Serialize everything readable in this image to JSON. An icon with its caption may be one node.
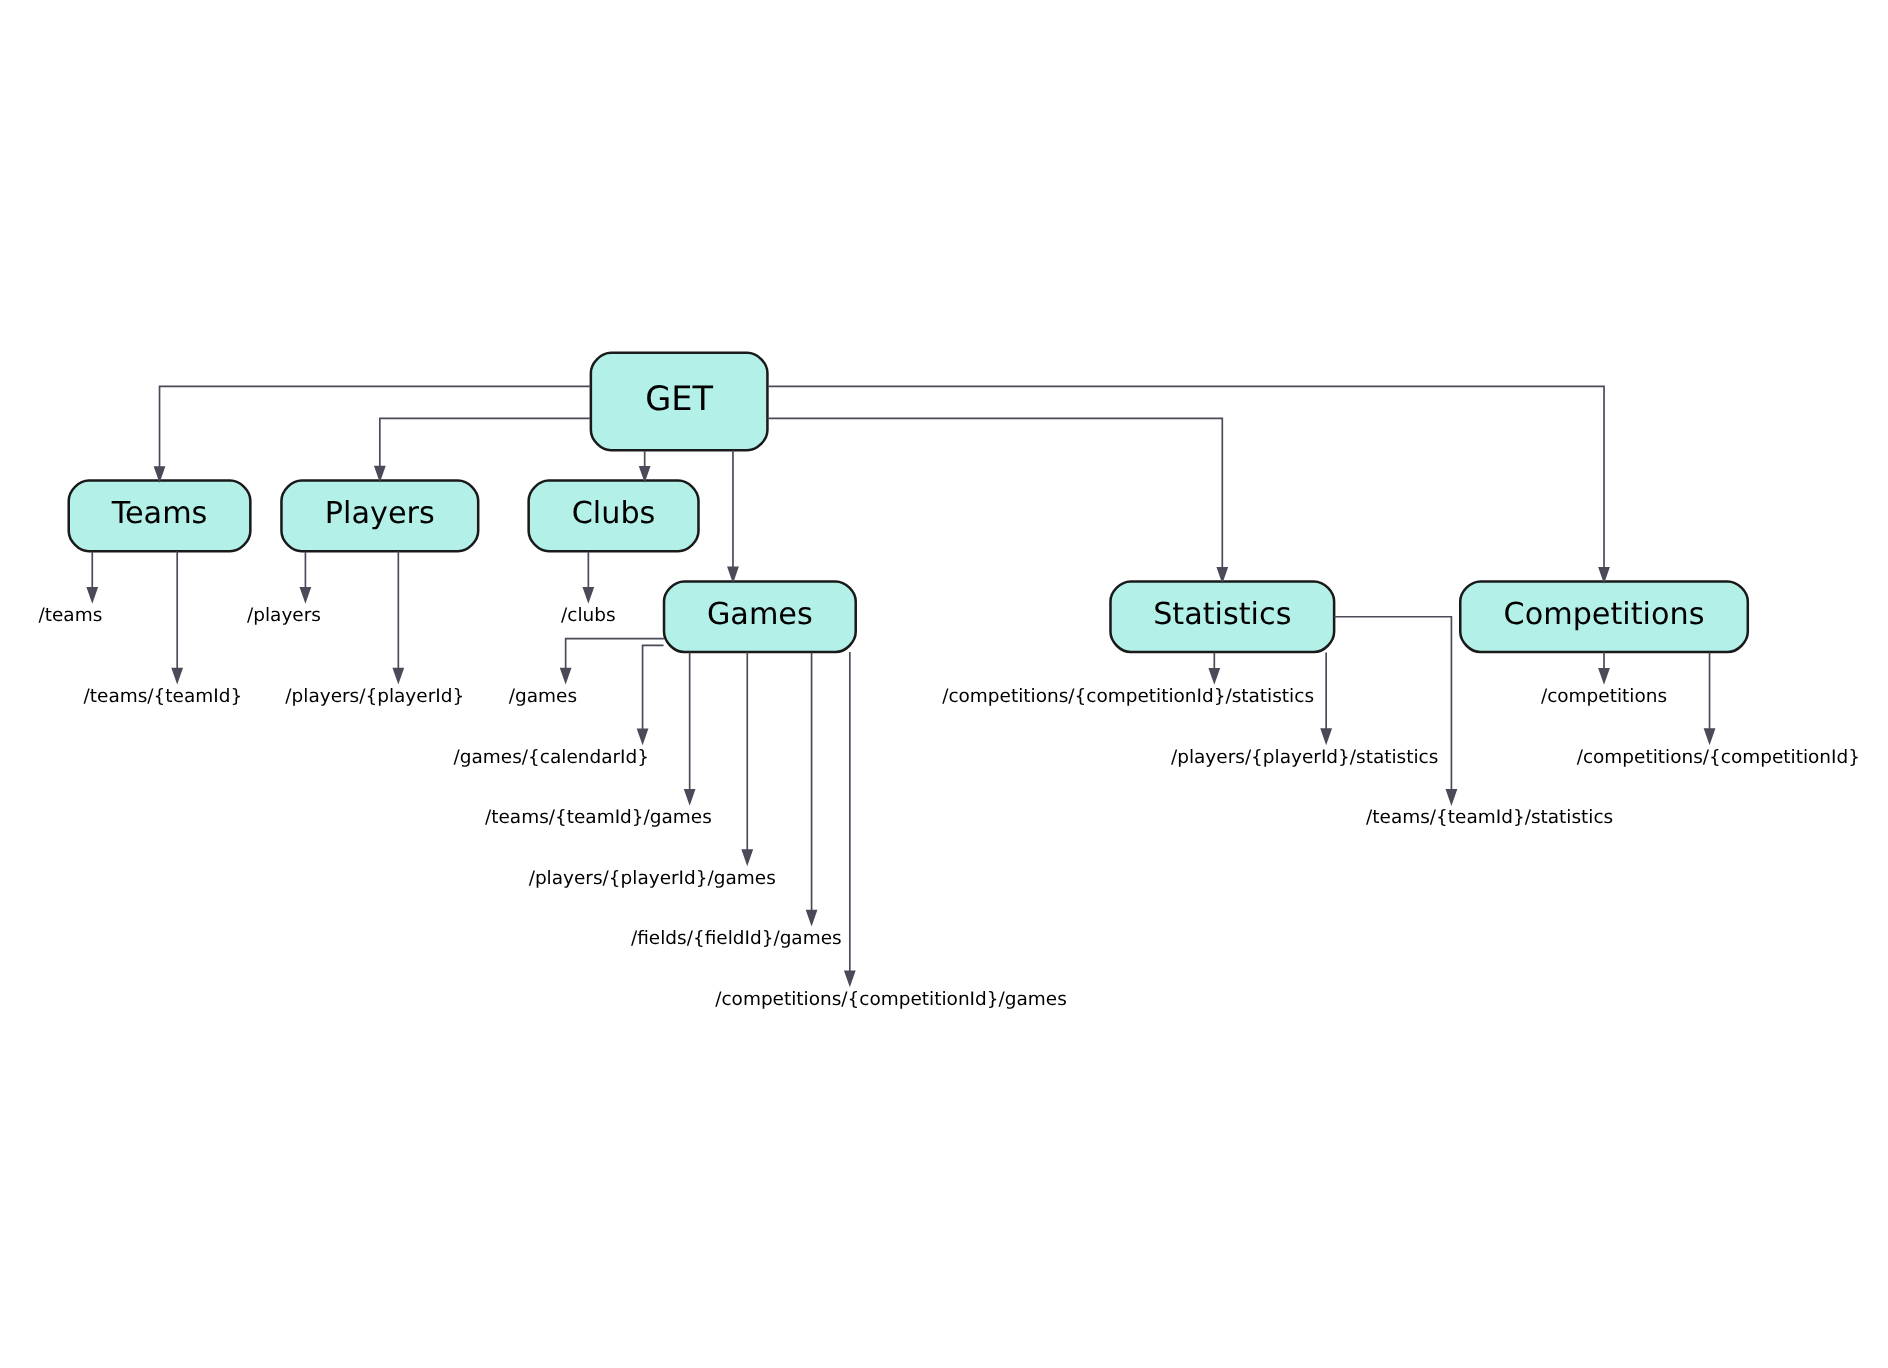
{
  "diagram": {
    "nodes": [
      {
        "text": [
          "GET"
        ]
      },
      {
        "text": [
          "Teams"
        ]
      },
      {
        "text": [
          "Players"
        ]
      },
      {
        "text": [
          "Clubs"
        ]
      },
      {
        "text": [
          "/teams"
        ]
      },
      {
        "text": [
          "/teams/{teamId}"
        ]
      },
      {
        "text": [
          "/players"
        ]
      },
      {
        "text": [
          "/players/{playerId}"
        ]
      },
      {
        "text": [
          "/clubs"
        ]
      },
      {
        "text": [
          "Games"
        ]
      },
      {
        "text": [
          "Statistics"
        ]
      },
      {
        "text": [
          "Competitions"
        ]
      },
      {
        "text": [
          "/games"
        ]
      },
      {
        "text": [
          "/games/{calendarId}"
        ]
      },
      {
        "text": [
          "/teams/{teamId}/games"
        ]
      },
      {
        "text": [
          "/players/{playerId}/games"
        ]
      },
      {
        "text": [
          "/fields/{fieldId}/games"
        ]
      },
      {
        "text": [
          "/competitions/{competitionId}/games"
        ]
      },
      {
        "text": [
          "/competitions/{competitionId}/statistics"
        ]
      },
      {
        "text": [
          "/players/{playerId}/statistics"
        ]
      },
      {
        "text": [
          "/teams/{teamId}/statistics"
        ]
      },
      {
        "text": [
          "/competitions"
        ]
      },
      {
        "text": [
          "/competitions/{competitionId}"
        ]
      }
    ],
    "edges": [
      {
        "from": 0,
        "to": 9,
        "arrow": "to"
      },
      {
        "from": 0,
        "to": 1,
        "arrow": "to"
      },
      {
        "from": 0,
        "to": 10,
        "arrow": "to"
      },
      {
        "from": 0,
        "to": 2,
        "arrow": "to"
      },
      {
        "from": 0,
        "to": 11,
        "arrow": "to"
      },
      {
        "from": 0,
        "to": 3,
        "arrow": "to"
      },
      {
        "from": 1,
        "to": 4,
        "arrow": "to"
      },
      {
        "from": 1,
        "to": 5,
        "arrow": "to"
      },
      {
        "from": 2,
        "to": 6,
        "arrow": "to"
      },
      {
        "from": 2,
        "to": 7,
        "arrow": "to"
      },
      {
        "from": 3,
        "to": 8,
        "arrow": "to"
      },
      {
        "from": 9,
        "to": 12,
        "arrow": "to"
      },
      {
        "from": 9,
        "to": 13,
        "arrow": "to"
      },
      {
        "from": 9,
        "to": 14,
        "arrow": "to"
      },
      {
        "from": 9,
        "to": 15,
        "arrow": "to"
      },
      {
        "from": 9,
        "to": 16,
        "arrow": "to"
      },
      {
        "from": 9,
        "to": 17,
        "arrow": "to"
      },
      {
        "from": 10,
        "to": 18,
        "arrow": "to"
      },
      {
        "from": 10,
        "to": 19,
        "arrow": "to"
      },
      {
        "from": 10,
        "to": 20,
        "arrow": "to"
      },
      {
        "from": 11,
        "to": 21,
        "arrow": "to"
      },
      {
        "from": 11,
        "to": 22,
        "arrow": "to"
      }
    ]
  }
}
